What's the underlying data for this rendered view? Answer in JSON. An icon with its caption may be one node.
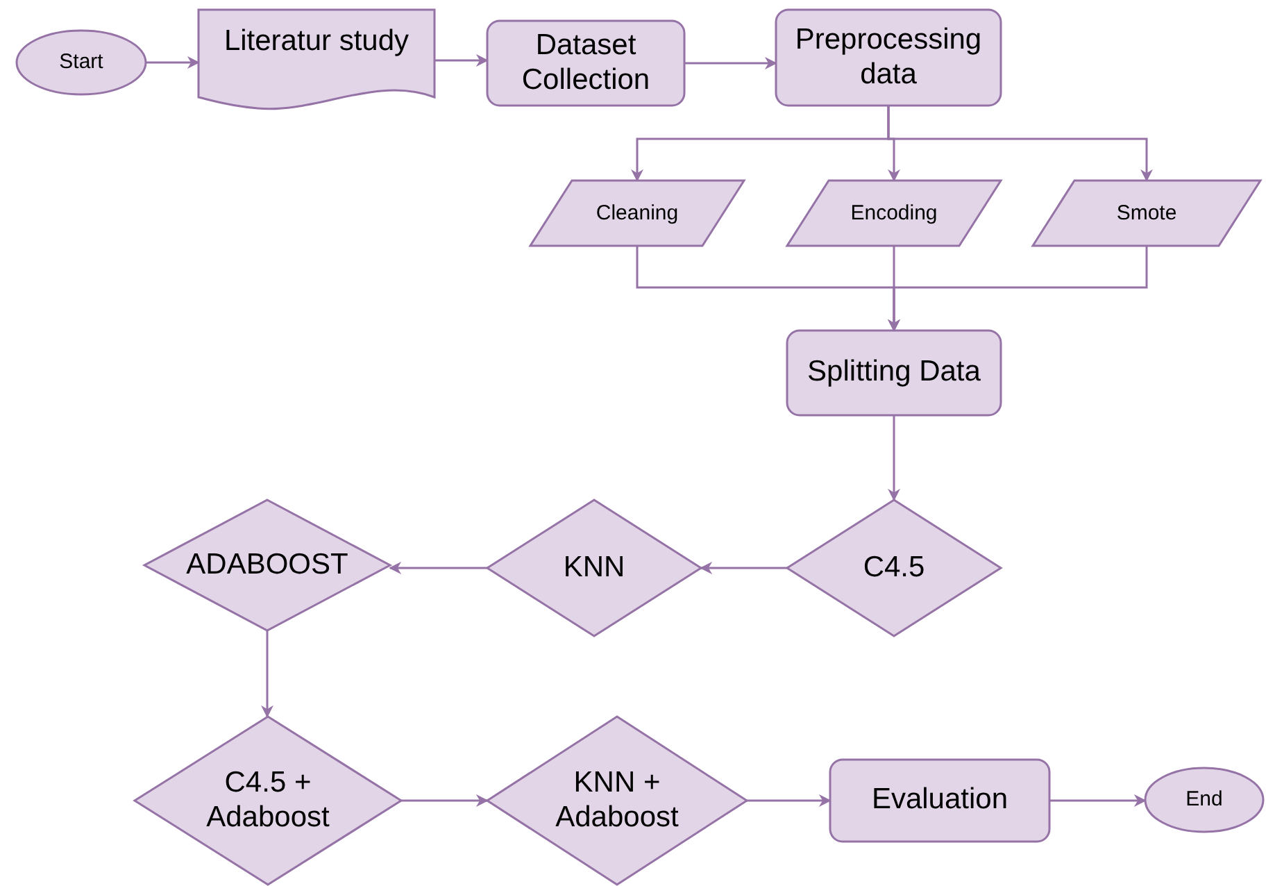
{
  "diagram": {
    "nodes": [
      {
        "text": [
          "Start"
        ]
      },
      {
        "text": [
          "Literatur study"
        ]
      },
      {
        "text": [
          "Dataset Collection"
        ]
      },
      {
        "text": [
          "Preprocessing data"
        ]
      },
      {
        "text": [
          "Cleaning"
        ]
      },
      {
        "text": [
          "Encoding"
        ]
      },
      {
        "text": [
          "Smote"
        ]
      },
      {
        "text": [
          "Splitting Data"
        ]
      },
      {
        "text": [
          "C4.5"
        ]
      },
      {
        "text": [
          "KNN"
        ]
      },
      {
        "text": [
          "ADABOOST"
        ]
      },
      {
        "text": [
          "C4.5 + Adaboost"
        ]
      },
      {
        "text": [
          "KNN + Adaboost"
        ]
      },
      {
        "text": [
          "Evaluation"
        ]
      },
      {
        "text": [
          "End"
        ]
      }
    ],
    "edges": [
      {
        "from": 0,
        "to": 1,
        "arrow": "to"
      },
      {
        "from": 1,
        "to": 2,
        "arrow": "to"
      },
      {
        "from": 2,
        "to": 3,
        "arrow": "to"
      },
      {
        "from": 3,
        "to": 4,
        "arrow": "to"
      },
      {
        "from": 3,
        "to": 5,
        "arrow": "to"
      },
      {
        "from": 3,
        "to": 6,
        "arrow": "to"
      },
      {
        "from": 4,
        "to": 7,
        "arrow": "to"
      },
      {
        "from": 5,
        "to": 7,
        "arrow": "to"
      },
      {
        "from": 6,
        "to": 7,
        "arrow": "to"
      },
      {
        "from": 7,
        "to": 8,
        "arrow": "to"
      },
      {
        "from": 8,
        "to": 9,
        "arrow": "to"
      },
      {
        "from": 9,
        "to": 10,
        "arrow": "to"
      },
      {
        "from": 10,
        "to": 11,
        "arrow": "to"
      },
      {
        "from": 11,
        "to": 12,
        "arrow": "to"
      },
      {
        "from": 12,
        "to": 13,
        "arrow": "to"
      },
      {
        "from": 13,
        "to": 14,
        "arrow": "to"
      }
    ]
  }
}
